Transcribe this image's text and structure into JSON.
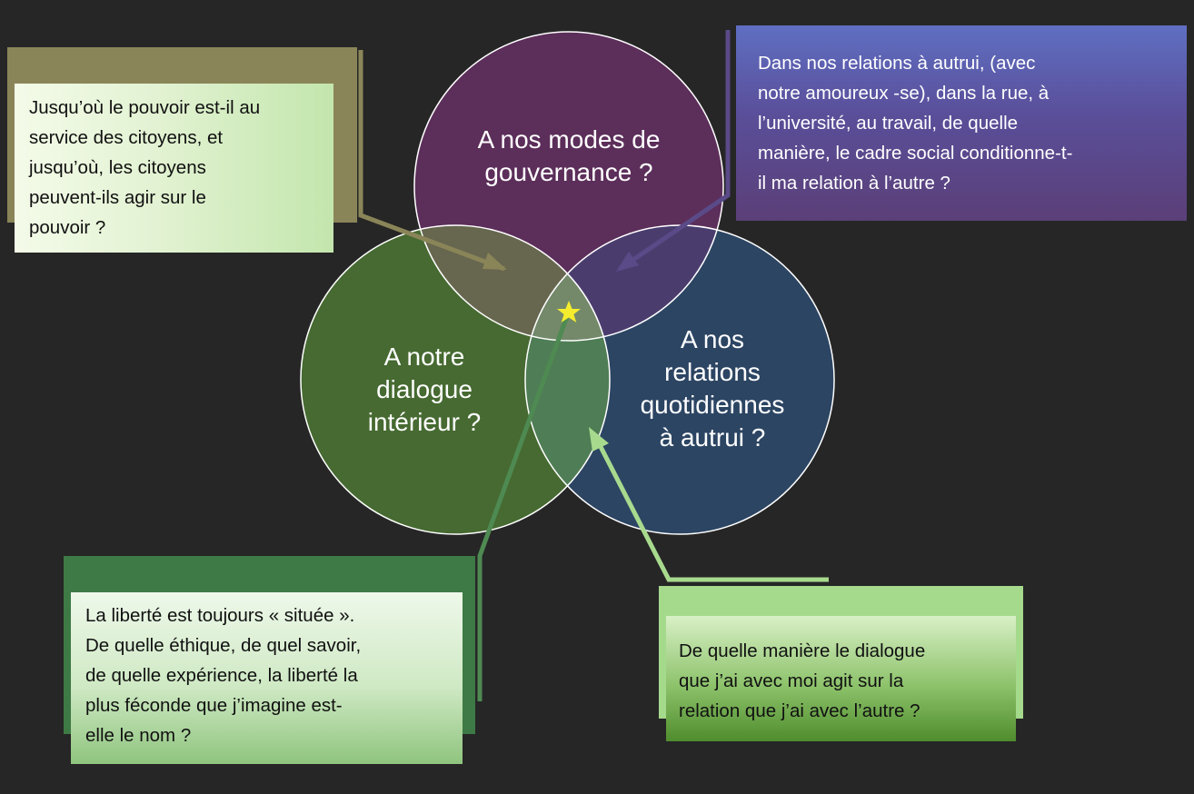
{
  "circles": [
    {
      "id": "governance",
      "label": "A nos modes de\ngouvernance ?",
      "color": "#5c2e5a"
    },
    {
      "id": "dialogue",
      "label": "A notre\ndialogue\nintérieur ?",
      "color": "#466a31"
    },
    {
      "id": "relations",
      "label": "A nos\nrelations\nquotidiennes\nà autrui ?",
      "color": "#2c4563"
    }
  ],
  "overlap_colors": {
    "governance_dialogue": "#67664f",
    "governance_relations": "#4a3d6e",
    "dialogue_relations": "#4f7d55",
    "center": "#73896a"
  },
  "star_color": "#f5ec2e",
  "notes": {
    "governance": "Jusqu’où le pouvoir est-il au\nservice des citoyens, et\njusqu’où, les citoyens\npeuvent-ils agir sur le\npouvoir ?",
    "relations": "Dans nos relations à autrui, (avec\nnotre amoureux -se), dans la rue, à\nl’université, au travail, de quelle\nmanière, le cadre social conditionne-t-\nil ma relation à l’autre ?",
    "liberty": "La liberté est toujours « située ».\nDe quelle éthique, de quel savoir,\nde quelle expérience, la liberté la\nplus féconde que j’imagine est-\nelle le nom ?",
    "dialogue_relation": "De quelle manière le dialogue\nque j’ai avec moi agit sur la\nrelation que j’ai avec l’autre ?"
  },
  "arrow_colors": {
    "olive": "#8a8558",
    "purple": "#5a4a88",
    "green": "#4e8a52",
    "lime": "#a8da8e"
  }
}
